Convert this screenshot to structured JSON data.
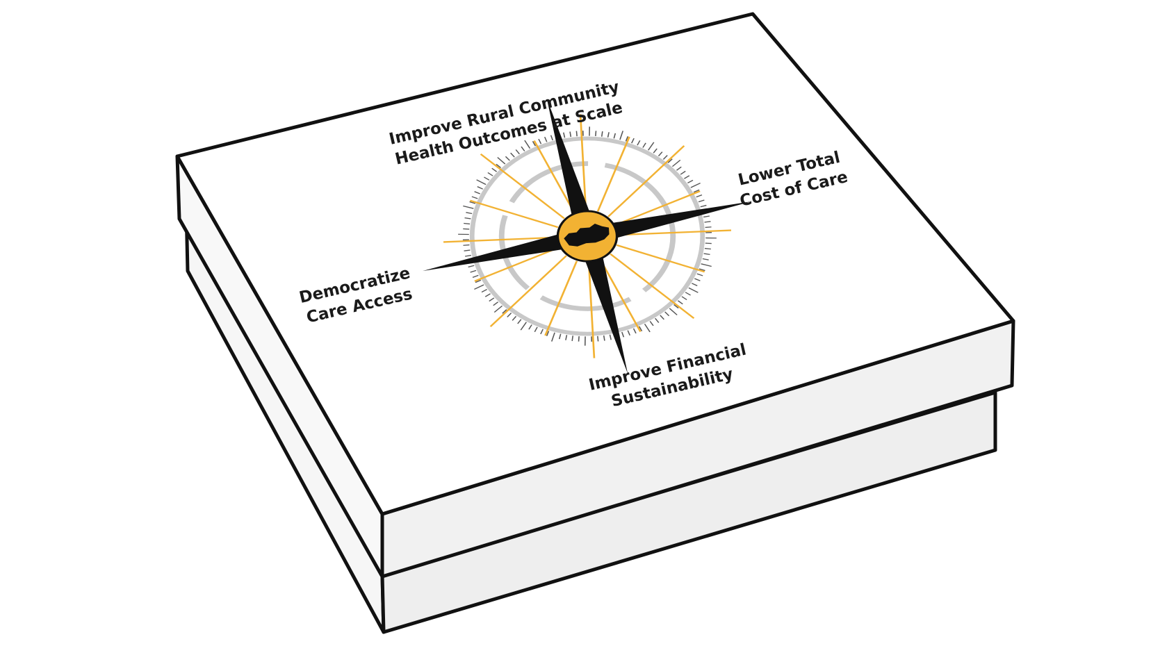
{
  "diagram": {
    "goals": {
      "north": {
        "line1": "Improve Rural Community",
        "line2": "Health Outcomes at Scale"
      },
      "east": {
        "line1": "Lower Total",
        "line2": "Cost of Care"
      },
      "west": {
        "line1": "Democratize",
        "line2": "Care Access"
      },
      "south": {
        "line1": "Improve Financial",
        "line2": "Sustainability"
      }
    },
    "colors": {
      "accent": "#f2b233",
      "needle": "#111111",
      "ring": "#c8c8c8",
      "outline": "#111111"
    },
    "icons": {
      "compass": "compass-rose-icon",
      "emblem": "state-map-emblem-icon"
    }
  }
}
